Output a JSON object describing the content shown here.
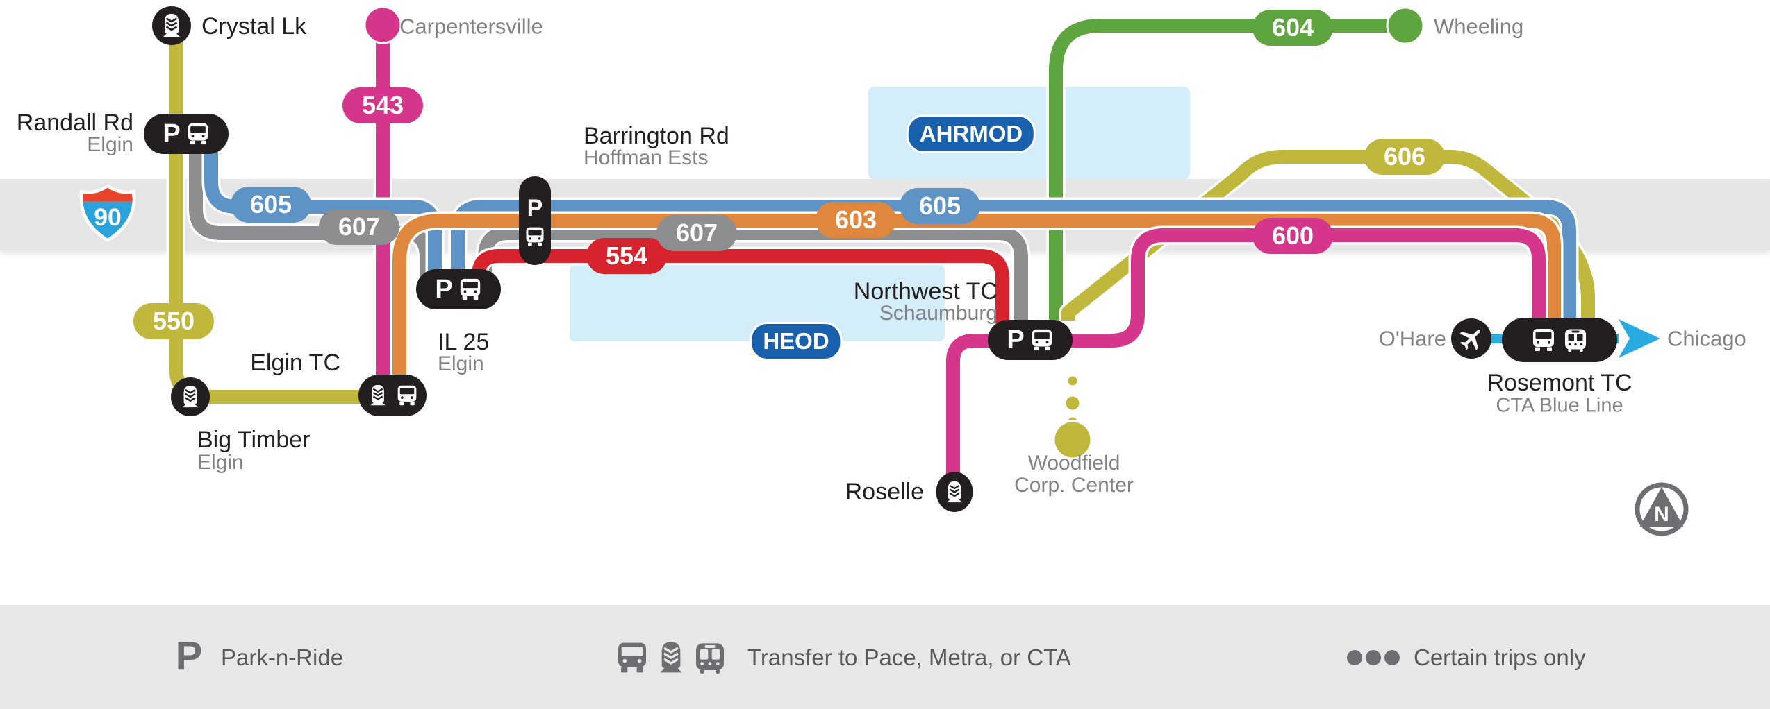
{
  "routes": {
    "r543": {
      "label": "543",
      "color": "#d6358c"
    },
    "r550": {
      "label": "550",
      "color": "#c0b83d"
    },
    "r554": {
      "label": "554",
      "color": "#d7232e"
    },
    "r600": {
      "label": "600",
      "color": "#d6358c"
    },
    "r603": {
      "label": "603",
      "color": "#e0873e"
    },
    "r604": {
      "label": "604",
      "color": "#5fa53f"
    },
    "r605": {
      "label": "605",
      "color": "#5e94c5"
    },
    "r606": {
      "label": "606",
      "color": "#c0b83d"
    },
    "r607": {
      "label": "607",
      "color": "#8d8e90"
    }
  },
  "corridors": {
    "ahrmod": "AHRMOD",
    "heod": "HEOD"
  },
  "highway": {
    "interstate": "90"
  },
  "stations": {
    "crystal": {
      "name": "Crystal Lk"
    },
    "carpentersville": {
      "name": "Carpentersville"
    },
    "randall": {
      "name": "Randall Rd",
      "city": "Elgin"
    },
    "barrington": {
      "name": "Barrington Rd",
      "city": "Hoffman Ests"
    },
    "il25": {
      "name": "IL 25",
      "city": "Elgin"
    },
    "elgintc": {
      "name": "Elgin TC"
    },
    "bigtimber": {
      "name": "Big Timber",
      "city": "Elgin"
    },
    "nwtc": {
      "name": "Northwest TC",
      "city": "Schaumburg"
    },
    "roselle": {
      "name": "Roselle"
    },
    "woodfield": {
      "line1": "Woodfield",
      "line2": "Corp. Center"
    },
    "wheeling": {
      "name": "Wheeling"
    },
    "ohare": {
      "name": "O'Hare"
    },
    "chicago": {
      "name": "Chicago"
    },
    "rosemont": {
      "name": "Rosemont TC",
      "sub": "CTA Blue Line"
    }
  },
  "legend": {
    "p": "P",
    "park": "Park-n-Ride",
    "transfer": "Transfer to Pace, Metra, or CTA",
    "certain": "Certain trips only"
  },
  "compass": {
    "label": "N"
  },
  "colors": {
    "corridor": "#1961ac",
    "box": "#d3edf9",
    "band": "#e5e5e6",
    "legendBand": "#e7e7e8",
    "black": "#231f20",
    "grayText": "#808285",
    "legendText": "#58595b",
    "icon": "#6d6e71",
    "arrow": "#29abe2",
    "shieldRed": "#e8442c",
    "shieldBlue": "#2aa2dc"
  }
}
